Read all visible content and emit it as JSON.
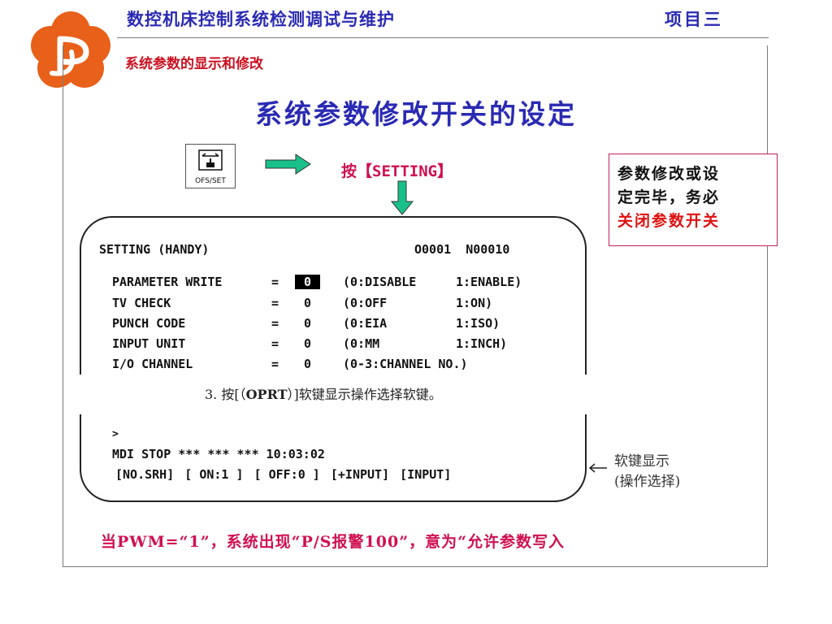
{
  "header": {
    "title": "数控机床控制系统检测调试与维护",
    "project": "项目三",
    "subtitle": "系统参数的显示和修改"
  },
  "slide_title": "系统参数修改开关的设定",
  "key": {
    "label": "OFS/SET"
  },
  "press_label": "按【SETTING】",
  "note": {
    "lines": [
      "参数修改或设",
      "定完毕，务必",
      "关闭参数开关"
    ]
  },
  "screen": {
    "header_left": "SETTING (HANDY)",
    "header_right": "O0001  N00010",
    "rows": [
      {
        "label": "PARAMETER WRITE",
        "eq": "=",
        "value": "0",
        "opt1": "(0:DISABLE",
        "opt2": "1:ENABLE)"
      },
      {
        "label": "TV CHECK",
        "eq": "=",
        "value": "0",
        "opt1": "(0:OFF",
        "opt2": "1:ON)"
      },
      {
        "label": "PUNCH CODE",
        "eq": "=",
        "value": "0",
        "opt1": "(0:EIA",
        "opt2": "1:ISO)"
      },
      {
        "label": "INPUT UNIT",
        "eq": "=",
        "value": "0",
        "opt1": "(0:MM",
        "opt2": "1:INCH)"
      },
      {
        "label": "I/O CHANNEL",
        "eq": "=",
        "value": "0",
        "opt1": "(0-3:CHANNEL NO.)",
        "opt2": ""
      }
    ],
    "prompt": ">",
    "status": "MDI STOP *** *** *** 10:03:02",
    "softkeys": [
      "[NO.SRH]",
      "[ ON:1 ]",
      "[ OFF:0 ]",
      "[+INPUT]",
      "[INPUT]"
    ]
  },
  "step_note": {
    "prefix": "3.  按[（",
    "key": "OPRT",
    "suffix": "）]软键显示操作选择软键。"
  },
  "softkey_note": {
    "line1": "软键显示",
    "line2": "(操作选择)"
  },
  "bottom_note": "当PWM=“1”，系统出现“P/S报警100”，意为“允许参数写入",
  "colors": {
    "title_blue": "#2a2ab4",
    "accent_red": "#cc1020",
    "accent_magenta": "#d01050",
    "logo_orange": "#e8601a",
    "arrow_green": "#19c08a"
  }
}
